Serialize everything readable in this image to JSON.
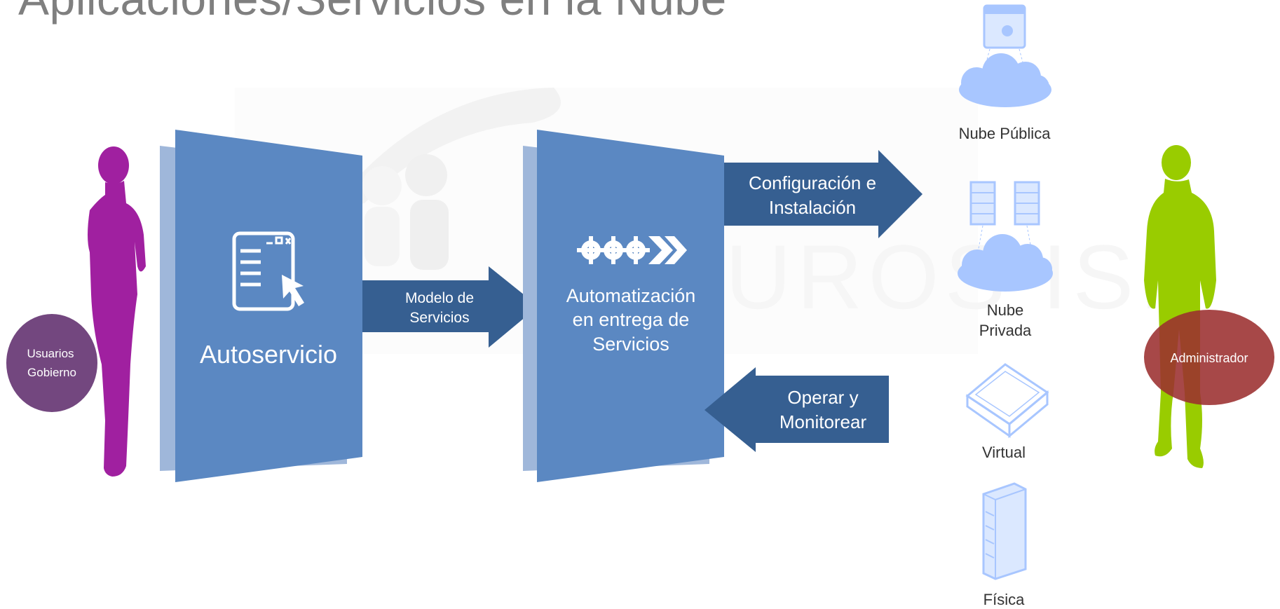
{
  "title": "Aplicaciones/Servicios en la Nube",
  "watermark": "EUROS ISI",
  "actors": {
    "users": {
      "line1": "Usuarios",
      "line2": "Gobierno"
    },
    "admin": {
      "label": "Administrador"
    }
  },
  "panels": {
    "self_service": {
      "label": "Autoservicio",
      "icon": "app-window-cursor-icon"
    },
    "automation": {
      "line1": "Automatización",
      "line2": "en entrega de",
      "line3": "Servicios",
      "icon": "gears-chevron-icon"
    }
  },
  "arrows": {
    "service_model": {
      "line1": "Modelo de",
      "line2": "Servicios"
    },
    "config": {
      "line1": "Configuración e",
      "line2": "Instalación"
    },
    "operate": {
      "line1": "Operar y",
      "line2": "Monitorear"
    }
  },
  "targets": {
    "public": {
      "label": "Nube Pública",
      "icon": "cloud-browser-icon"
    },
    "private": {
      "line1": "Nube",
      "line2": "Privada",
      "icon": "cloud-servers-icon"
    },
    "virtual": {
      "label": "Virtual",
      "icon": "virtual-server-icon"
    },
    "physical": {
      "label": "Física",
      "icon": "physical-server-icon"
    }
  },
  "colors": {
    "panel": "#5b88c2",
    "panel_back": "#9fb7da",
    "arrow": "#365f91",
    "users_silhouette": "#a020a0",
    "users_badge": "#6b3d78",
    "admin_silhouette": "#99cc00",
    "admin_badge": "#9b2f2f",
    "target_icon": "#a8c6ff",
    "title": "#7f7f7f"
  }
}
